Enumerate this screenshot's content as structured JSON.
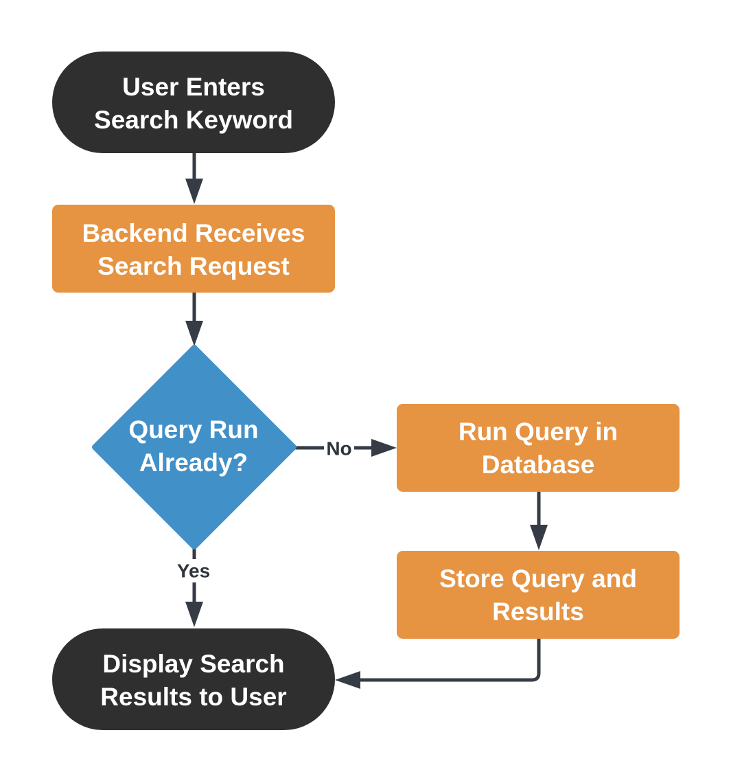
{
  "nodes": {
    "start": {
      "line1": "User Enters",
      "line2": "Search Keyword"
    },
    "backend": {
      "line1": "Backend Receives",
      "line2": "Search Request"
    },
    "decision": {
      "line1": "Query Run",
      "line2": "Already?"
    },
    "run_query": {
      "line1": "Run Query in",
      "line2": "Database"
    },
    "store": {
      "line1": "Store Query and",
      "line2": "Results"
    },
    "end": {
      "line1": "Display Search",
      "line2": "Results to User"
    }
  },
  "edges": {
    "no_label": "No",
    "yes_label": "Yes"
  },
  "colors": {
    "terminal": "#2f2f2f",
    "process": "#e69342",
    "decision": "#4190c8",
    "connector": "#353c45",
    "text": "#ffffff"
  }
}
